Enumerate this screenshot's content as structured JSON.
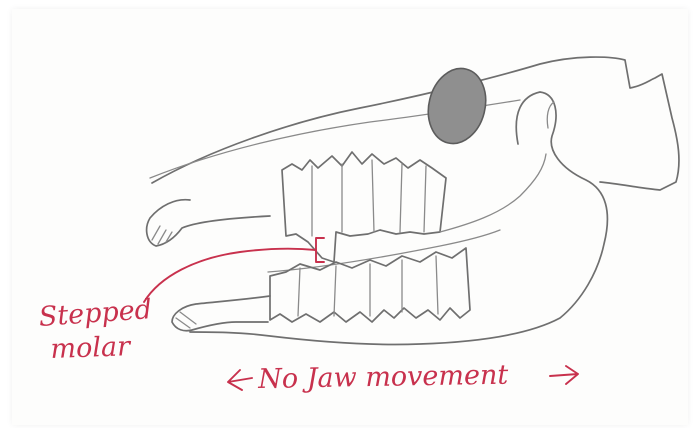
{
  "annotations": {
    "stepped_line1": "Stepped",
    "stepped_line2": "molar",
    "jaw": "No Jaw movement"
  },
  "colors": {
    "ink_red": "#c8314d",
    "pencil": "#6f6f6f",
    "paper": "#fdfdfc"
  }
}
